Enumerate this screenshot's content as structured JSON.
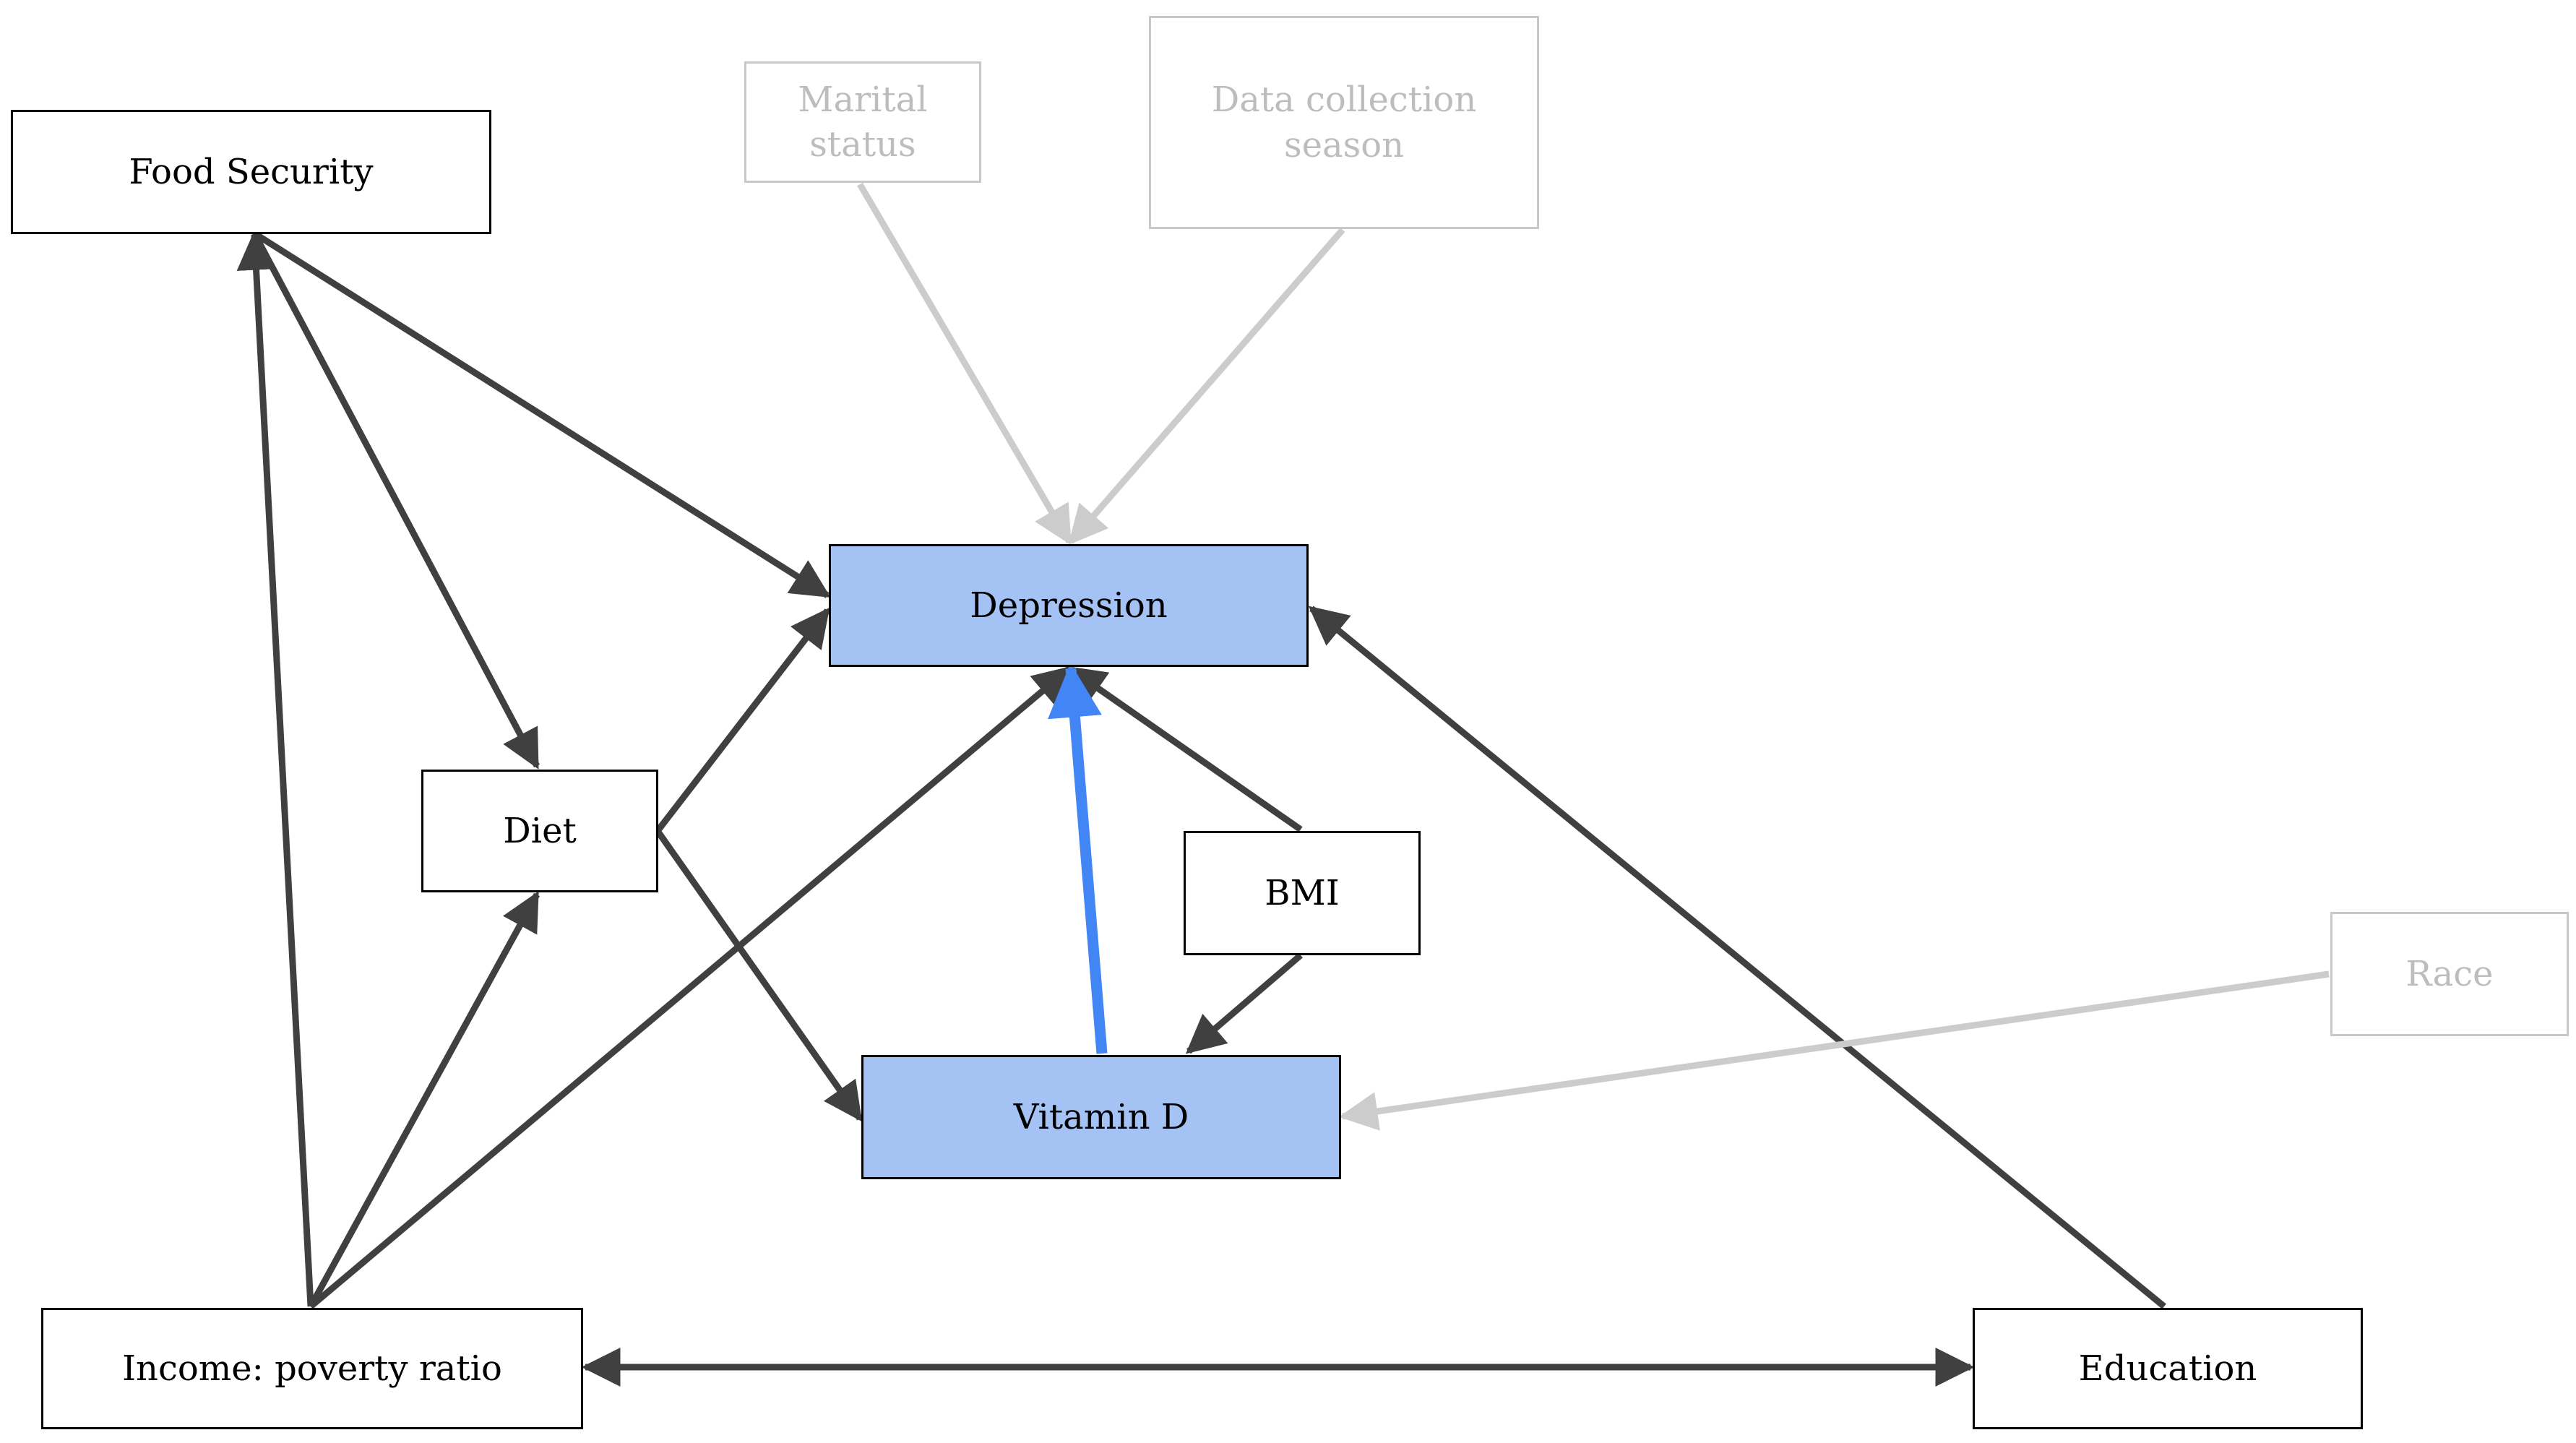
{
  "colors": {
    "edge": "#404040",
    "edge_faded": "#cccccc",
    "edge_highlight": "#4285f4",
    "node_highlight": "#a4c2f4"
  },
  "nodes": {
    "food_security": "Food Security",
    "marital_status": "Marital\nstatus",
    "data_collection_season": "Data collection\nseason",
    "depression": "Depression",
    "diet": "Diet",
    "bmi": "BMI",
    "vitamin_d": "Vitamin D",
    "race": "Race",
    "income": "Income: poverty ratio",
    "education": "Education"
  },
  "edges": [
    {
      "from": "food_security",
      "to": "depression",
      "style": "dark"
    },
    {
      "from": "food_security",
      "to": "diet",
      "style": "dark"
    },
    {
      "from": "income",
      "to": "food_security",
      "style": "dark"
    },
    {
      "from": "income",
      "to": "diet",
      "style": "dark"
    },
    {
      "from": "income",
      "to": "depression",
      "style": "dark"
    },
    {
      "from": "income",
      "to": "education",
      "style": "dark",
      "bidirectional": true
    },
    {
      "from": "diet",
      "to": "depression",
      "style": "dark"
    },
    {
      "from": "diet",
      "to": "vitamin_d",
      "style": "dark"
    },
    {
      "from": "bmi",
      "to": "depression",
      "style": "dark"
    },
    {
      "from": "bmi",
      "to": "vitamin_d",
      "style": "dark"
    },
    {
      "from": "vitamin_d",
      "to": "depression",
      "style": "highlight"
    },
    {
      "from": "education",
      "to": "depression",
      "style": "dark"
    },
    {
      "from": "marital_status",
      "to": "depression",
      "style": "faded"
    },
    {
      "from": "data_collection_season",
      "to": "depression",
      "style": "faded"
    },
    {
      "from": "race",
      "to": "vitamin_d",
      "style": "faded"
    }
  ]
}
